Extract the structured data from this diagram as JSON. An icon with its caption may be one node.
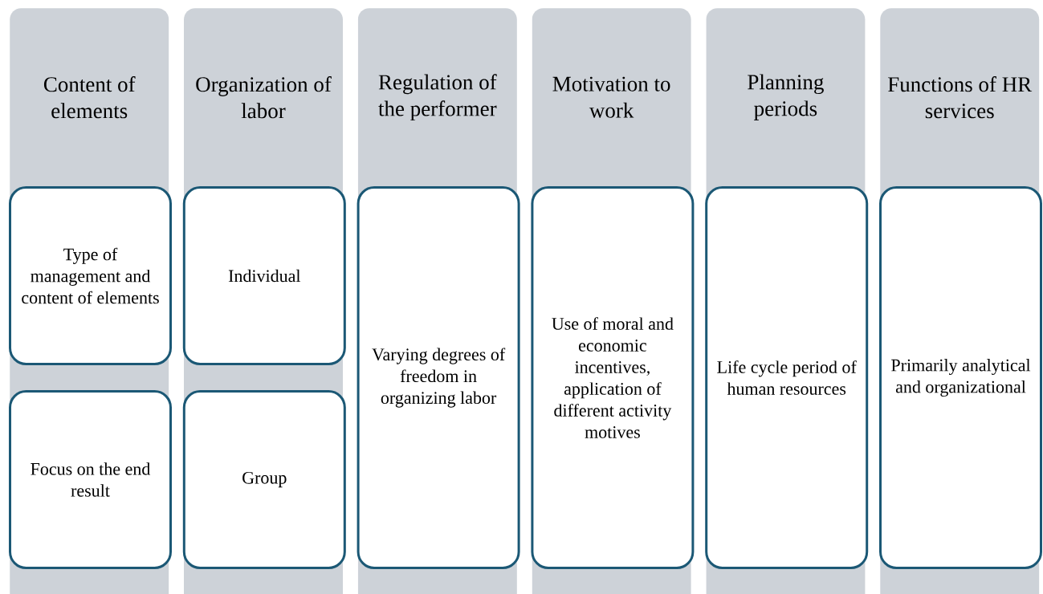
{
  "diagram": {
    "nodes": [
      {
        "text": [
          "Content of elements"
        ]
      },
      {
        "text": [
          "Type of management and content of elements"
        ],
        "in": 0
      },
      {
        "text": [
          "Focus on the end result"
        ],
        "in": 0
      },
      {
        "text": [
          "Organization of labor"
        ]
      },
      {
        "text": [
          "Individual"
        ],
        "in": 3
      },
      {
        "text": [
          "Group"
        ],
        "in": 3
      },
      {
        "text": [
          "Regulation of the performer"
        ]
      },
      {
        "text": [
          "Varying degrees of freedom in organizing labor"
        ],
        "in": 6
      },
      {
        "text": [
          "Motivation to work"
        ]
      },
      {
        "text": [
          "Use of moral and economic incentives, application of different activity motives"
        ],
        "in": 8
      },
      {
        "text": [
          "Planning periods"
        ]
      },
      {
        "text": [
          "Life cycle period of human resources"
        ],
        "in": 10
      },
      {
        "text": [
          "Functions of HR services"
        ]
      },
      {
        "text": [
          "Primarily analytical and organizational"
        ],
        "in": 12
      }
    ]
  }
}
